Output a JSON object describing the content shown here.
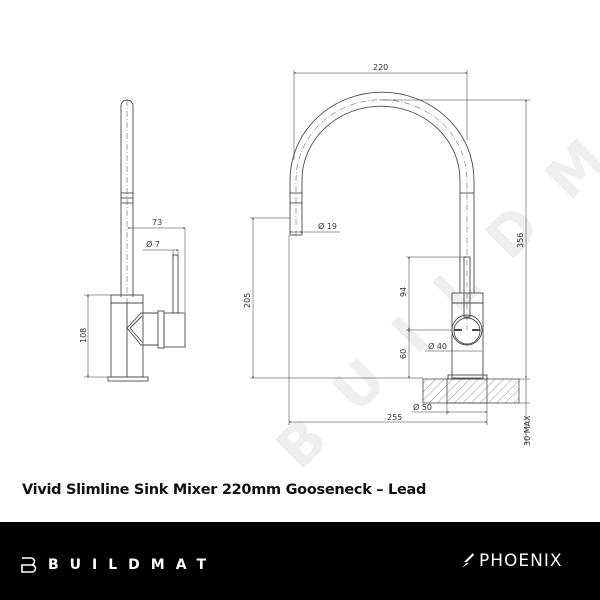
{
  "product": {
    "title": "Vivid Slimline Sink Mixer 220mm Gooseneck – Lead"
  },
  "drawing": {
    "side_view": {
      "dimensions": {
        "lever_reach": "73",
        "lever_diameter": "Ø 7",
        "body_height": "108"
      }
    },
    "front_view": {
      "dimensions": {
        "spout_width": "220",
        "total_height": "356",
        "spout_diameter": "Ø 19",
        "outlet_height": "205",
        "lever_height": "94",
        "handle_centre_height": "60",
        "handle_diameter": "Ø 40",
        "base_diameter": "Ø 50",
        "spout_reach": "255",
        "max_bench_thickness": "30 MAX"
      }
    },
    "watermark": "BUILDMAT",
    "line_color": "#4a4a4a"
  },
  "footer": {
    "background": "#000000",
    "left_brand": "BUILDMAT",
    "right_brand": "PHOENIX"
  }
}
